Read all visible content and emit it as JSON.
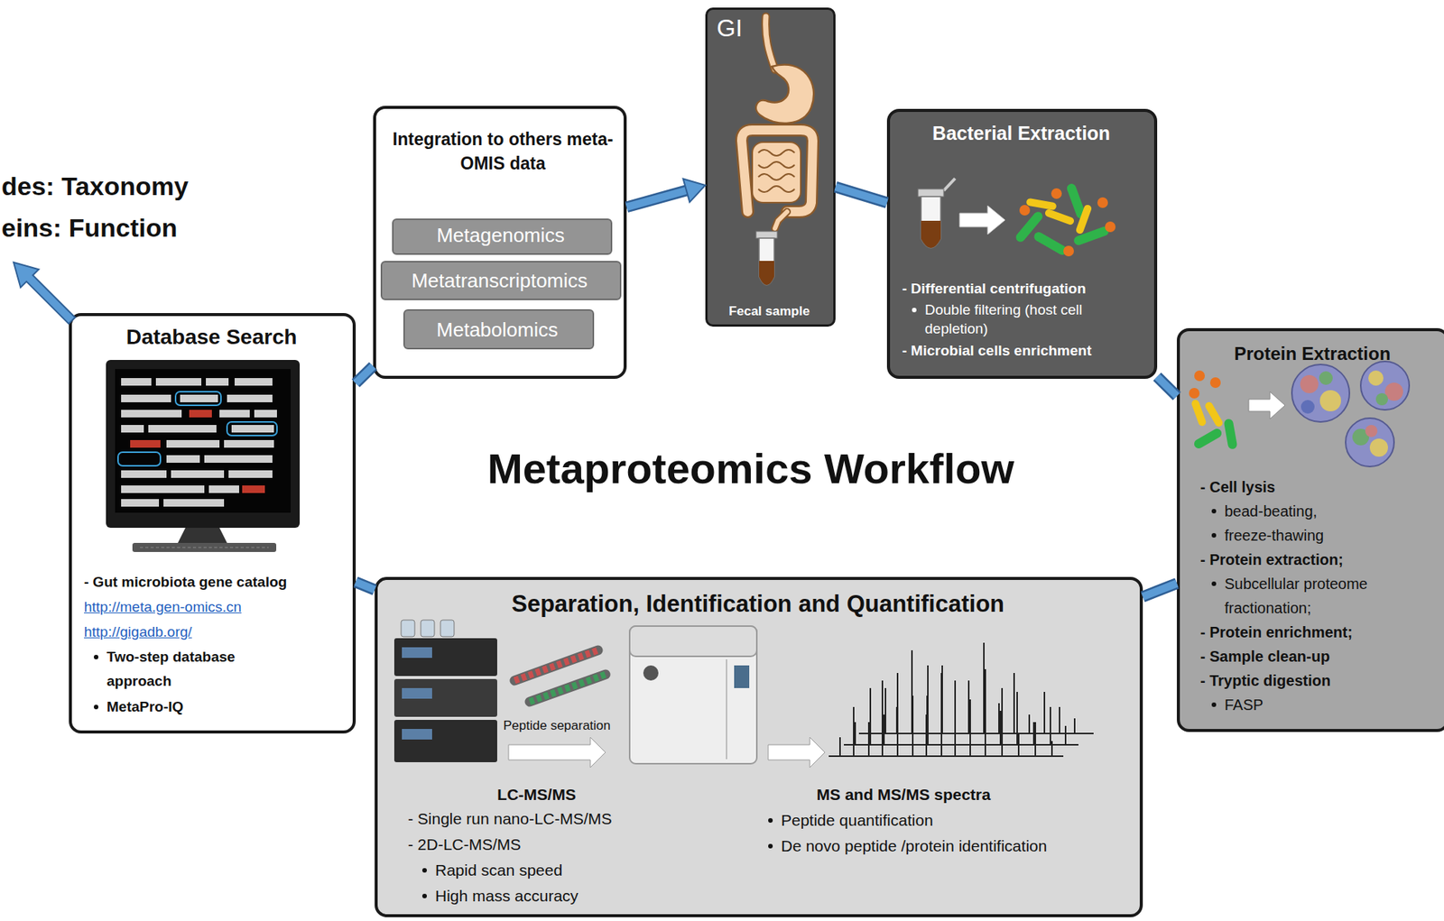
{
  "diagram": {
    "title": "Metaproteomics Workflow",
    "nodes": [
      {
        "text": [
          "GI",
          "Fecal sample"
        ]
      },
      {
        "text": [
          "Bacterial Extraction",
          "- Differential centrifugation",
          "Double filtering (host cell depletion)",
          "- Microbial cells enrichment"
        ]
      },
      {
        "text": [
          "Protein Extraction",
          "- Cell lysis",
          "bead-beating,",
          "freeze-thawing",
          "- Protein extraction;",
          "Subcellular proteome fractionation;",
          "- Protein enrichment;",
          "- Sample clean-up",
          "- Tryptic digestion",
          "FASP"
        ]
      },
      {
        "text": [
          "Separation, Identification and Quantification",
          "Peptide separation",
          "LC-MS/MS",
          "- Single run nano-LC-MS/MS",
          "- 2D-LC-MS/MS",
          "Rapid scan speed",
          "High mass accuracy",
          "MS and MS/MS spectra",
          "Peptide quantification",
          "De novo peptide /protein identification"
        ]
      },
      {
        "text": [
          "Database Search",
          "- Gut microbiota gene catalog",
          "http://meta.gen-omics.cn",
          "http://gigadb.org/",
          "Two-step database approach",
          "MetaPro-IQ"
        ]
      },
      {
        "text": [
          "Integration to others meta-OMIS data"
        ]
      },
      {
        "text": [
          "Metagenomics"
        ],
        "in": 5
      },
      {
        "text": [
          "Metatranscriptomics"
        ],
        "in": 5
      },
      {
        "text": [
          "Metabolomics"
        ],
        "in": 5
      }
    ],
    "edges": [
      {
        "from": 0,
        "to": 1,
        "arrow": "none"
      },
      {
        "from": 1,
        "to": 2,
        "arrow": "none"
      },
      {
        "from": 2,
        "to": 3,
        "arrow": "none"
      },
      {
        "from": 3,
        "to": 4,
        "arrow": "none"
      },
      {
        "from": 4,
        "to": 5,
        "arrow": "none"
      },
      {
        "from": 5,
        "to": 0,
        "arrow": "to"
      }
    ],
    "labels": [
      "des: Taxonomy",
      "eins: Function"
    ]
  }
}
